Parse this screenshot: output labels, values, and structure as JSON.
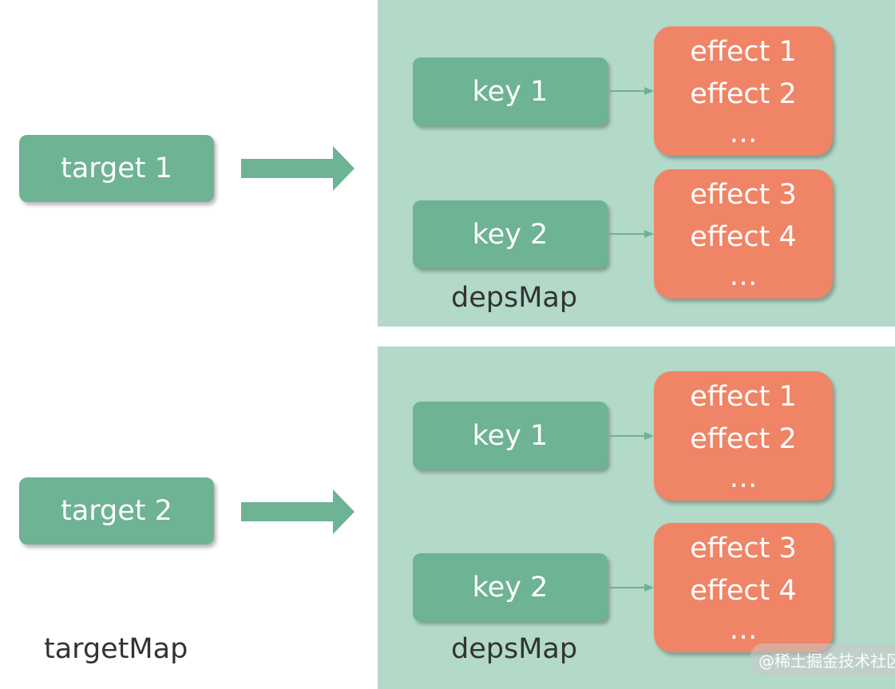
{
  "targets": [
    {
      "label": "target 1"
    },
    {
      "label": "target 2"
    }
  ],
  "target_map_label": "targetMap",
  "deps_maps": [
    {
      "label": "depsMap",
      "keys": [
        {
          "label": "key 1",
          "effects": [
            "effect 1",
            "effect 2",
            "…"
          ]
        },
        {
          "label": "key 2",
          "effects": [
            "effect 3",
            "effect 4",
            "…"
          ]
        }
      ]
    },
    {
      "label": "depsMap",
      "keys": [
        {
          "label": "key 1",
          "effects": [
            "effect 1",
            "effect 2",
            "…"
          ]
        },
        {
          "label": "key 2",
          "effects": [
            "effect 3",
            "effect 4",
            "…"
          ]
        }
      ]
    }
  ],
  "watermark": "@稀土掘金技术社区",
  "colors": {
    "panel": "#b3d9c9",
    "key": "#6db394",
    "effect": "#ef8566",
    "arrow": "#6db394"
  }
}
